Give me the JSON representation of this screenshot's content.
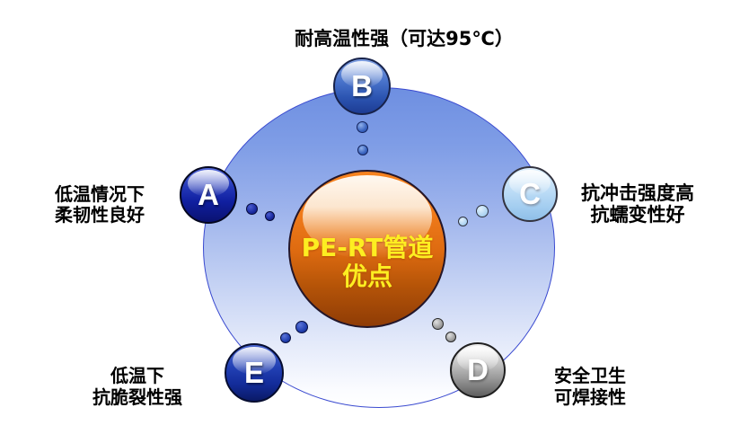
{
  "diagram": {
    "title": "PE-RT管道优点",
    "center": {
      "line1": "PE-RT管道",
      "line2": "优点",
      "text_color": "#fdee21",
      "sphere_color": "#e8720f"
    },
    "nodes": [
      {
        "letter": "A",
        "position": "left",
        "label_lines": [
          "低温情况下",
          "柔韧性良好"
        ],
        "color": "#1b2fa8"
      },
      {
        "letter": "B",
        "position": "top",
        "label_lines": [
          "耐高温性强（可达95℃）"
        ],
        "color": "#3f6ac6"
      },
      {
        "letter": "C",
        "position": "right",
        "label_lines": [
          "抗冲击强度高",
          "抗蠕变性好"
        ],
        "color": "#b9dcf6"
      },
      {
        "letter": "D",
        "position": "bottom-right",
        "label_lines": [
          "安全卫生",
          "可焊接性"
        ],
        "color": "#a9a9a9"
      },
      {
        "letter": "E",
        "position": "bottom-left",
        "label_lines": [
          "低温下",
          "抗脆裂性强"
        ],
        "color": "#1e3cae"
      }
    ],
    "colors": {
      "background_circle_top": "#6e8fe1",
      "background_circle_bottom": "#ffffff",
      "background_circle_outline": "#3a4ad0",
      "label_text": "#000000"
    }
  }
}
